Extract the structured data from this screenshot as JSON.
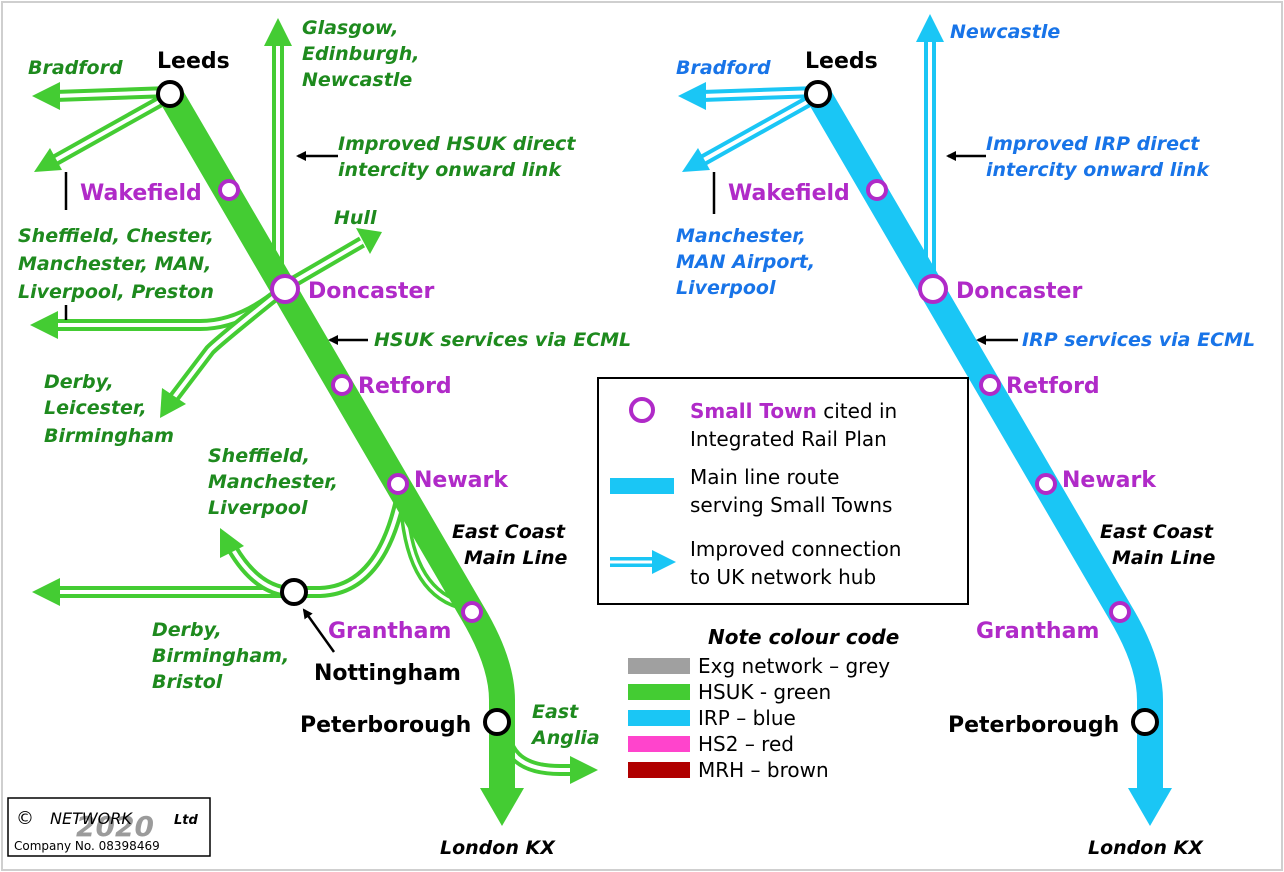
{
  "colors": {
    "green": "#44cc33",
    "green_text": "#1e8a1e",
    "blue": "#1ac6f5",
    "blue_text": "#1874e8",
    "magenta": "#b02ac8",
    "grey": "#a0a0a0",
    "hs2_red": "#ff44cc",
    "mrh_brown": "#b00000"
  },
  "left_map": {
    "stations": {
      "leeds": "Leeds",
      "peterborough": "Peterborough",
      "nottingham": "Nottingham"
    },
    "towns": {
      "wakefield": "Wakefield",
      "doncaster": "Doncaster",
      "retford": "Retford",
      "newark": "Newark",
      "grantham": "Grantham"
    },
    "labels": {
      "bradford": "Bradford",
      "north_1": "Glasgow,",
      "north_2": "Edinburgh,",
      "north_3": "Newcastle",
      "improved_1": "Improved HSUK direct",
      "improved_2": "intercity onward link",
      "hull": "Hull",
      "west_1": "Sheffield, Chester,",
      "west_2": "Manchester, MAN,",
      "west_3": "Liverpool, Preston",
      "sw_1": "Derby,",
      "sw_2": "Leicester,",
      "sw_3": "Birmingham",
      "services": "HSUK services via ECML",
      "nw_1": "Sheffield,",
      "nw_2": "Manchester,",
      "nw_3": "Liverpool",
      "ecml_1": "East Coast",
      "ecml_2": "Main Line",
      "notts_1": "Derby,",
      "notts_2": "Birmingham,",
      "notts_3": "Bristol",
      "ea_1": "East",
      "ea_2": "Anglia",
      "london": "London KX"
    }
  },
  "right_map": {
    "stations": {
      "leeds": "Leeds",
      "peterborough": "Peterborough"
    },
    "towns": {
      "wakefield": "Wakefield",
      "doncaster": "Doncaster",
      "retford": "Retford",
      "newark": "Newark",
      "grantham": "Grantham"
    },
    "labels": {
      "newcastle": "Newcastle",
      "bradford": "Bradford",
      "improved_1": "Improved IRP direct",
      "improved_2": "intercity onward link",
      "west_1": "Manchester,",
      "west_2": "MAN Airport,",
      "west_3": "Liverpool",
      "services": "IRP services via ECML",
      "ecml_1": "East Coast",
      "ecml_2": "Main Line",
      "london": "London KX"
    }
  },
  "legend": {
    "town_highlight": "Small Town",
    "town_rest": " cited in",
    "town_line2": "Integrated Rail Plan",
    "main_1": "Main line route",
    "main_2": "serving Small Towns",
    "conn_1": "Improved connection",
    "conn_2": "to UK network hub"
  },
  "note": {
    "title": "Note colour code",
    "items": [
      {
        "label": "Exg network – grey",
        "color": "#a0a0a0"
      },
      {
        "label": "HSUK - green",
        "color": "#44cc33"
      },
      {
        "label": "IRP – blue",
        "color": "#1ac6f5"
      },
      {
        "label": "HS2 – red",
        "color": "#ff44cc"
      },
      {
        "label": "MRH – brown",
        "color": "#b00000"
      }
    ]
  },
  "copyright": {
    "symbol": "©",
    "network": "NETWORK",
    "year": "2020",
    "ltd": "Ltd",
    "company": "Company No. 08398469"
  }
}
